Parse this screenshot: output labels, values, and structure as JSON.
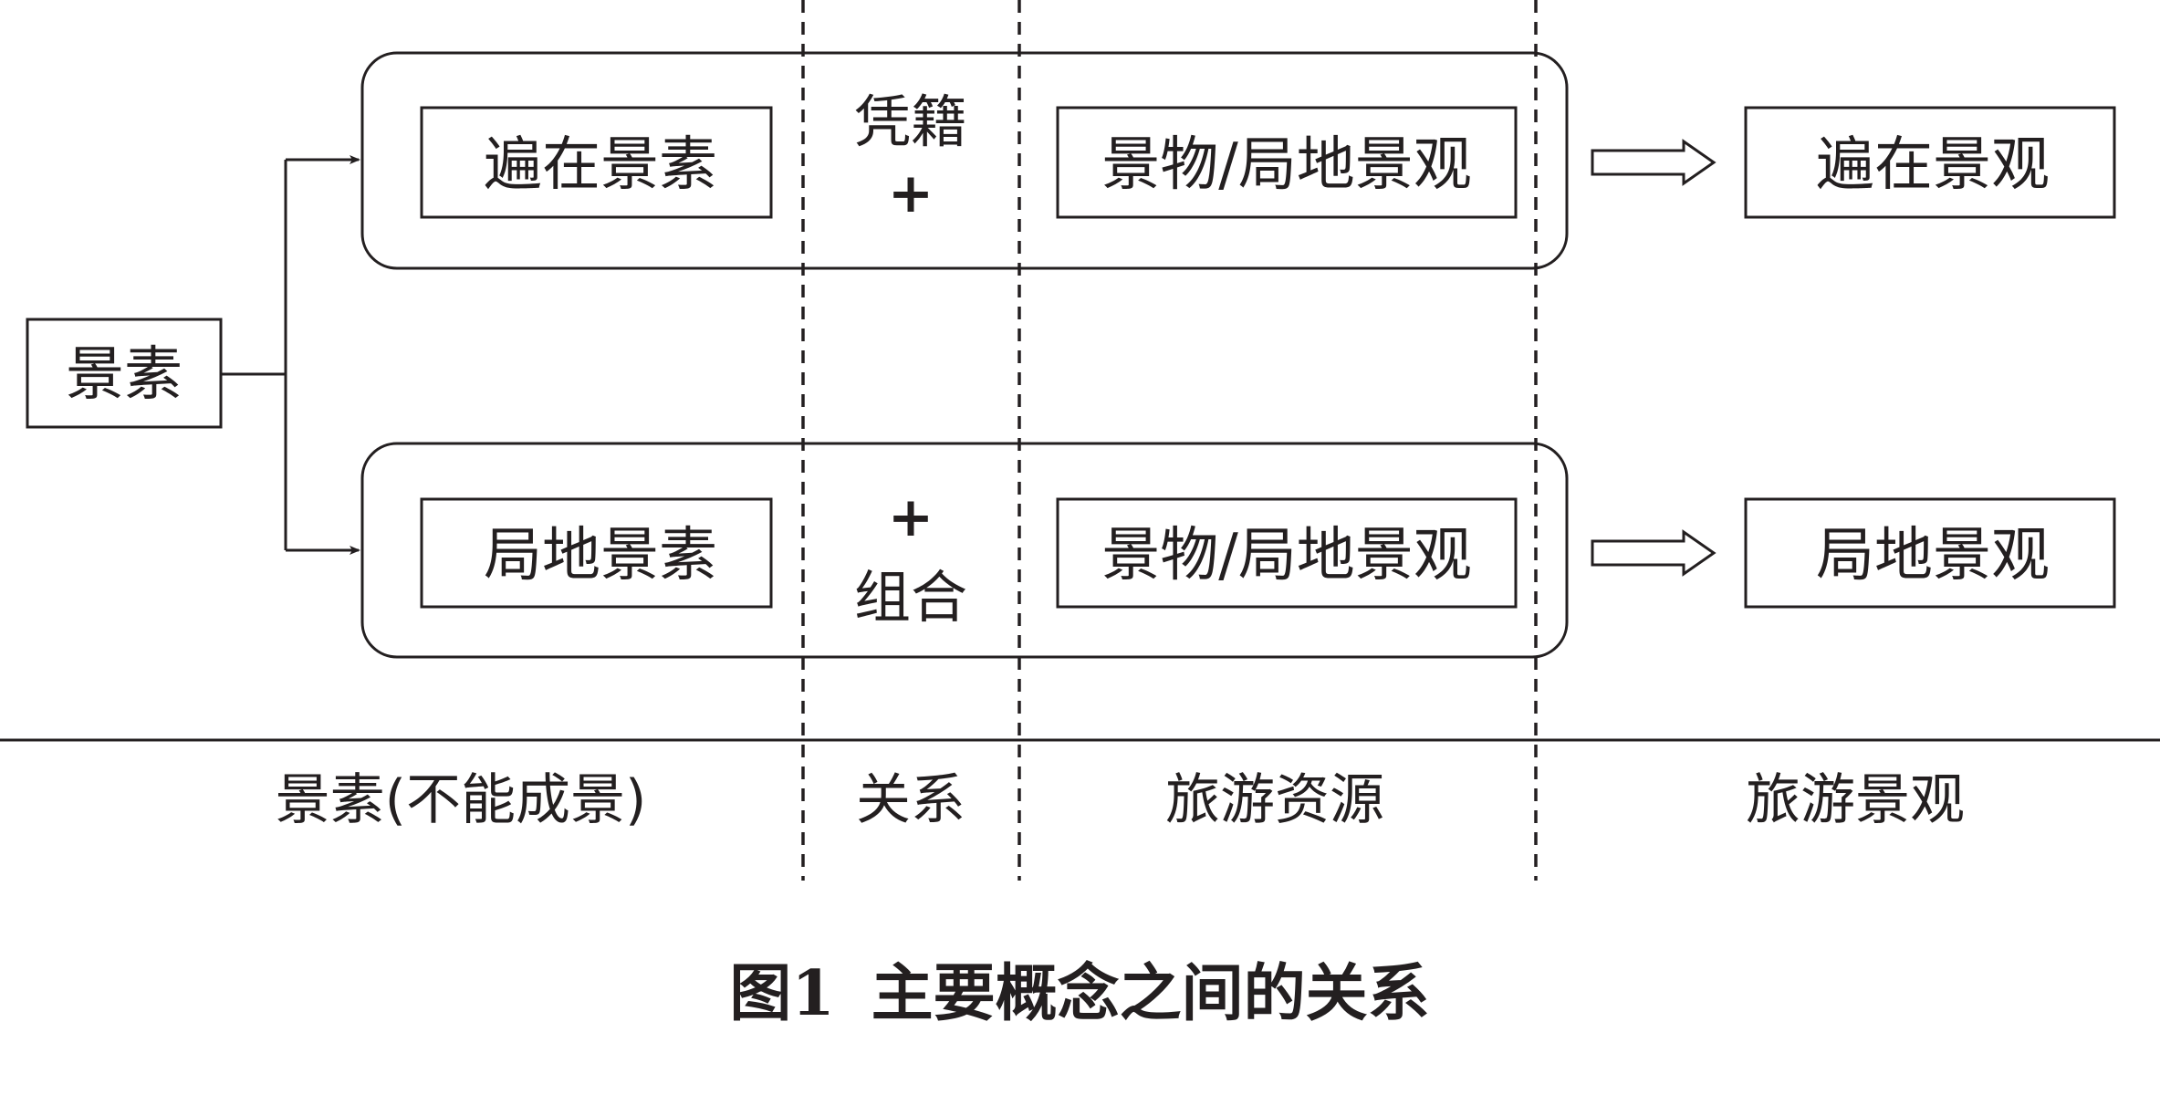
{
  "root": {
    "label": "景素"
  },
  "top_row": {
    "input": "遍在景素",
    "relation_top": "凭籍",
    "relation_bottom": "+",
    "resource": "景物/局地景观",
    "output": "遍在景观"
  },
  "bottom_row": {
    "input": "局地景素",
    "relation_top": "+",
    "relation_bottom": "组合",
    "resource": "景物/局地景观",
    "output": "局地景观"
  },
  "categories": {
    "elements": "景素(不能成景)",
    "relation": "关系",
    "resources": "旅游资源",
    "landscape": "旅游景观"
  },
  "caption": {
    "number": "图1",
    "title": "主要概念之间的关系"
  },
  "colors": {
    "stroke": "#231f20",
    "background": "#ffffff"
  }
}
